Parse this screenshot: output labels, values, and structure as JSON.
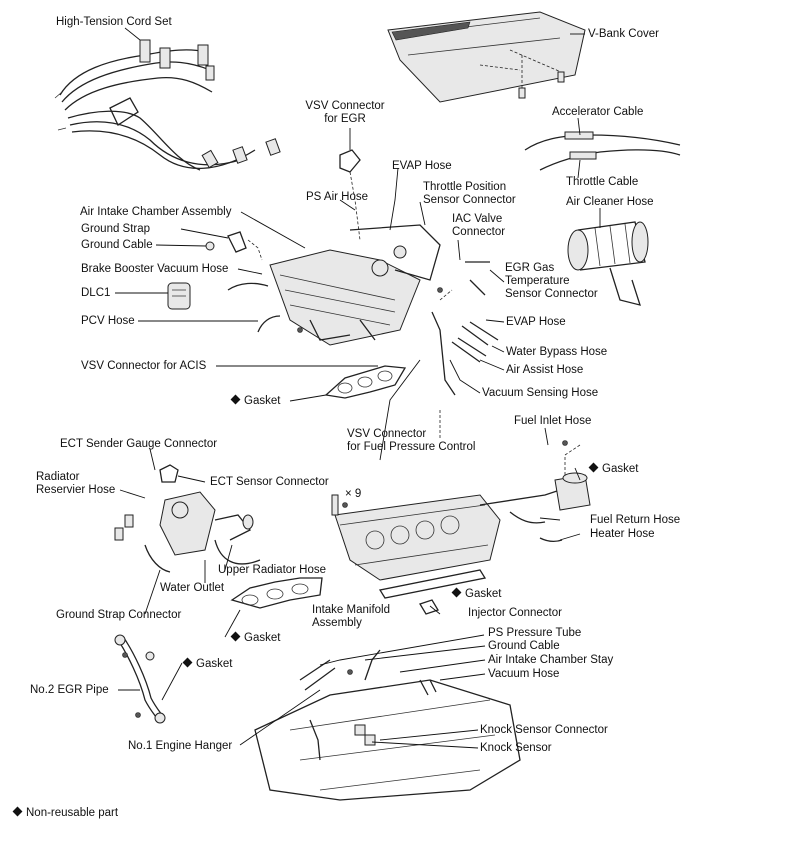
{
  "labels": {
    "high_tension_cord_set": "High-Tension Cord Set",
    "v_bank_cover": "V-Bank Cover",
    "vsv_connector_egr": "VSV Connector\nfor EGR",
    "accelerator_cable": "Accelerator Cable",
    "evap_hose_top": "EVAP Hose",
    "ps_air_hose": "PS Air Hose",
    "throttle_position_sensor_connector": "Throttle Position\nSensor Connector",
    "throttle_cable": "Throttle Cable",
    "air_intake_chamber_assembly": "Air Intake Chamber Assembly",
    "air_cleaner_hose": "Air Cleaner Hose",
    "ground_strap": "Ground Strap",
    "iac_valve_connector": "IAC Valve\nConnector",
    "ground_cable_top": "Ground Cable",
    "brake_booster_vacuum_hose": "Brake Booster Vacuum Hose",
    "egr_gas_temp_sensor_connector": "EGR Gas\nTemperature\nSensor Connector",
    "dlc1": "DLC1",
    "pcv_hose": "PCV Hose",
    "evap_hose_right": "EVAP Hose",
    "water_bypass_hose": "Water Bypass Hose",
    "vsv_connector_acis": "VSV Connector for ACIS",
    "air_assist_hose": "Air Assist Hose",
    "vacuum_sensing_hose": "Vacuum Sensing Hose",
    "gasket_1": "Gasket",
    "fuel_inlet_hose": "Fuel Inlet Hose",
    "vsv_connector_fuel_pressure": "VSV Connector\nfor Fuel Pressure Control",
    "ect_sender_gauge_connector": "ECT Sender Gauge Connector",
    "gasket_2": "Gasket",
    "radiator_reservier_hose": "Radiator\nReservier Hose",
    "ect_sensor_connector": "ECT Sensor Connector",
    "bolt_count": "× 9",
    "fuel_return_hose": "Fuel Return Hose",
    "heater_hose": "Heater Hose",
    "upper_radiator_hose": "Upper Radiator Hose",
    "water_outlet": "Water Outlet",
    "gasket_3": "Gasket",
    "intake_manifold_assembly": "Intake Manifold\nAssembly",
    "injector_connector": "Injector Connector",
    "ground_strap_connector": "Ground Strap Connector",
    "gasket_4": "Gasket",
    "ps_pressure_tube": "PS Pressure Tube",
    "ground_cable_bottom": "Ground Cable",
    "gasket_5": "Gasket",
    "air_intake_chamber_stay": "Air Intake Chamber Stay",
    "vacuum_hose": "Vacuum Hose",
    "no2_egr_pipe": "No.2 EGR Pipe",
    "knock_sensor_connector": "Knock Sensor Connector",
    "no1_engine_hanger": "No.1 Engine Hanger",
    "knock_sensor": "Knock Sensor",
    "legend_non_reusable": "Non-reusable part"
  }
}
